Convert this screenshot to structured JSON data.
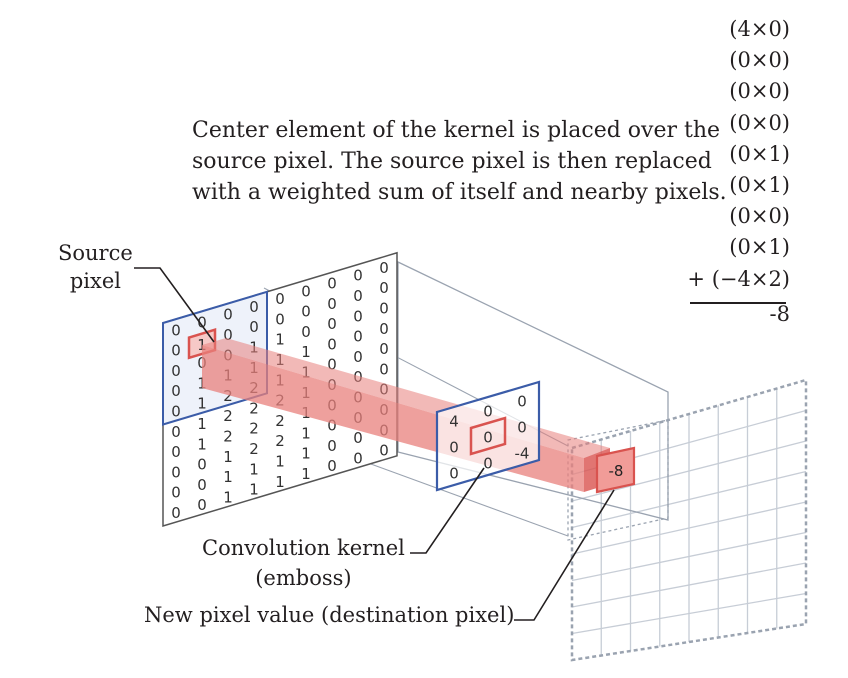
{
  "description": [
    "Center element of the kernel is placed over the",
    "source pixel. The source pixel is then replaced",
    "with a weighted sum of itself and nearby pixels."
  ],
  "calculation": {
    "terms": [
      "(4×0)",
      "(0×0)",
      "(0×0)",
      "(0×0)",
      "(0×1)",
      "(0×1)",
      "(0×0)",
      "(0×1)",
      "+ (−4×2)"
    ],
    "result": "-8"
  },
  "labels": {
    "source_pixel": [
      "Source",
      "pixel"
    ],
    "kernel": [
      "Convolution kernel",
      "(emboss)"
    ],
    "destination": "New pixel value (destination pixel)"
  },
  "source_grid": {
    "rows": [
      [
        "0",
        "0",
        "0",
        "0",
        "0",
        "0",
        "0",
        "0",
        "0"
      ],
      [
        "0",
        "0",
        "0",
        "0",
        "0",
        "0",
        "0",
        "0",
        "0"
      ],
      [
        "0",
        "0",
        "0",
        "1",
        "1",
        "0",
        "0",
        "0",
        "0"
      ],
      [
        "0",
        "1",
        "1",
        "1",
        "1",
        "1",
        "0",
        "0",
        "0"
      ],
      [
        "0",
        "1",
        "2",
        "2",
        "1",
        "1",
        "0",
        "0",
        "0"
      ],
      [
        "0",
        "1",
        "2",
        "2",
        "2",
        "1",
        "0",
        "0",
        "0"
      ],
      [
        "0",
        "1",
        "2",
        "2",
        "2",
        "1",
        "0",
        "0",
        "0"
      ],
      [
        "0",
        "0",
        "1",
        "2",
        "2",
        "1",
        "0",
        "0",
        "0"
      ],
      [
        "0",
        "0",
        "1",
        "1",
        "1",
        "1",
        "0",
        "0",
        "0"
      ],
      [
        "0",
        "0",
        "1",
        "1",
        "1",
        "1",
        "0",
        "0",
        "0"
      ]
    ],
    "highlight_value": "1"
  },
  "kernel": {
    "rows": [
      [
        "4",
        "0",
        "0"
      ],
      [
        "0",
        "0",
        "0"
      ],
      [
        "0",
        "0",
        "-4"
      ]
    ],
    "center_value": "0"
  },
  "destination": {
    "value": "-8"
  },
  "colors": {
    "grid_border": "#3b5ca8",
    "highlight": "#d9534f",
    "beam": "#e8807c",
    "frame_gray": "#9aa3b0",
    "dest_grid": "#c7cdd6"
  }
}
